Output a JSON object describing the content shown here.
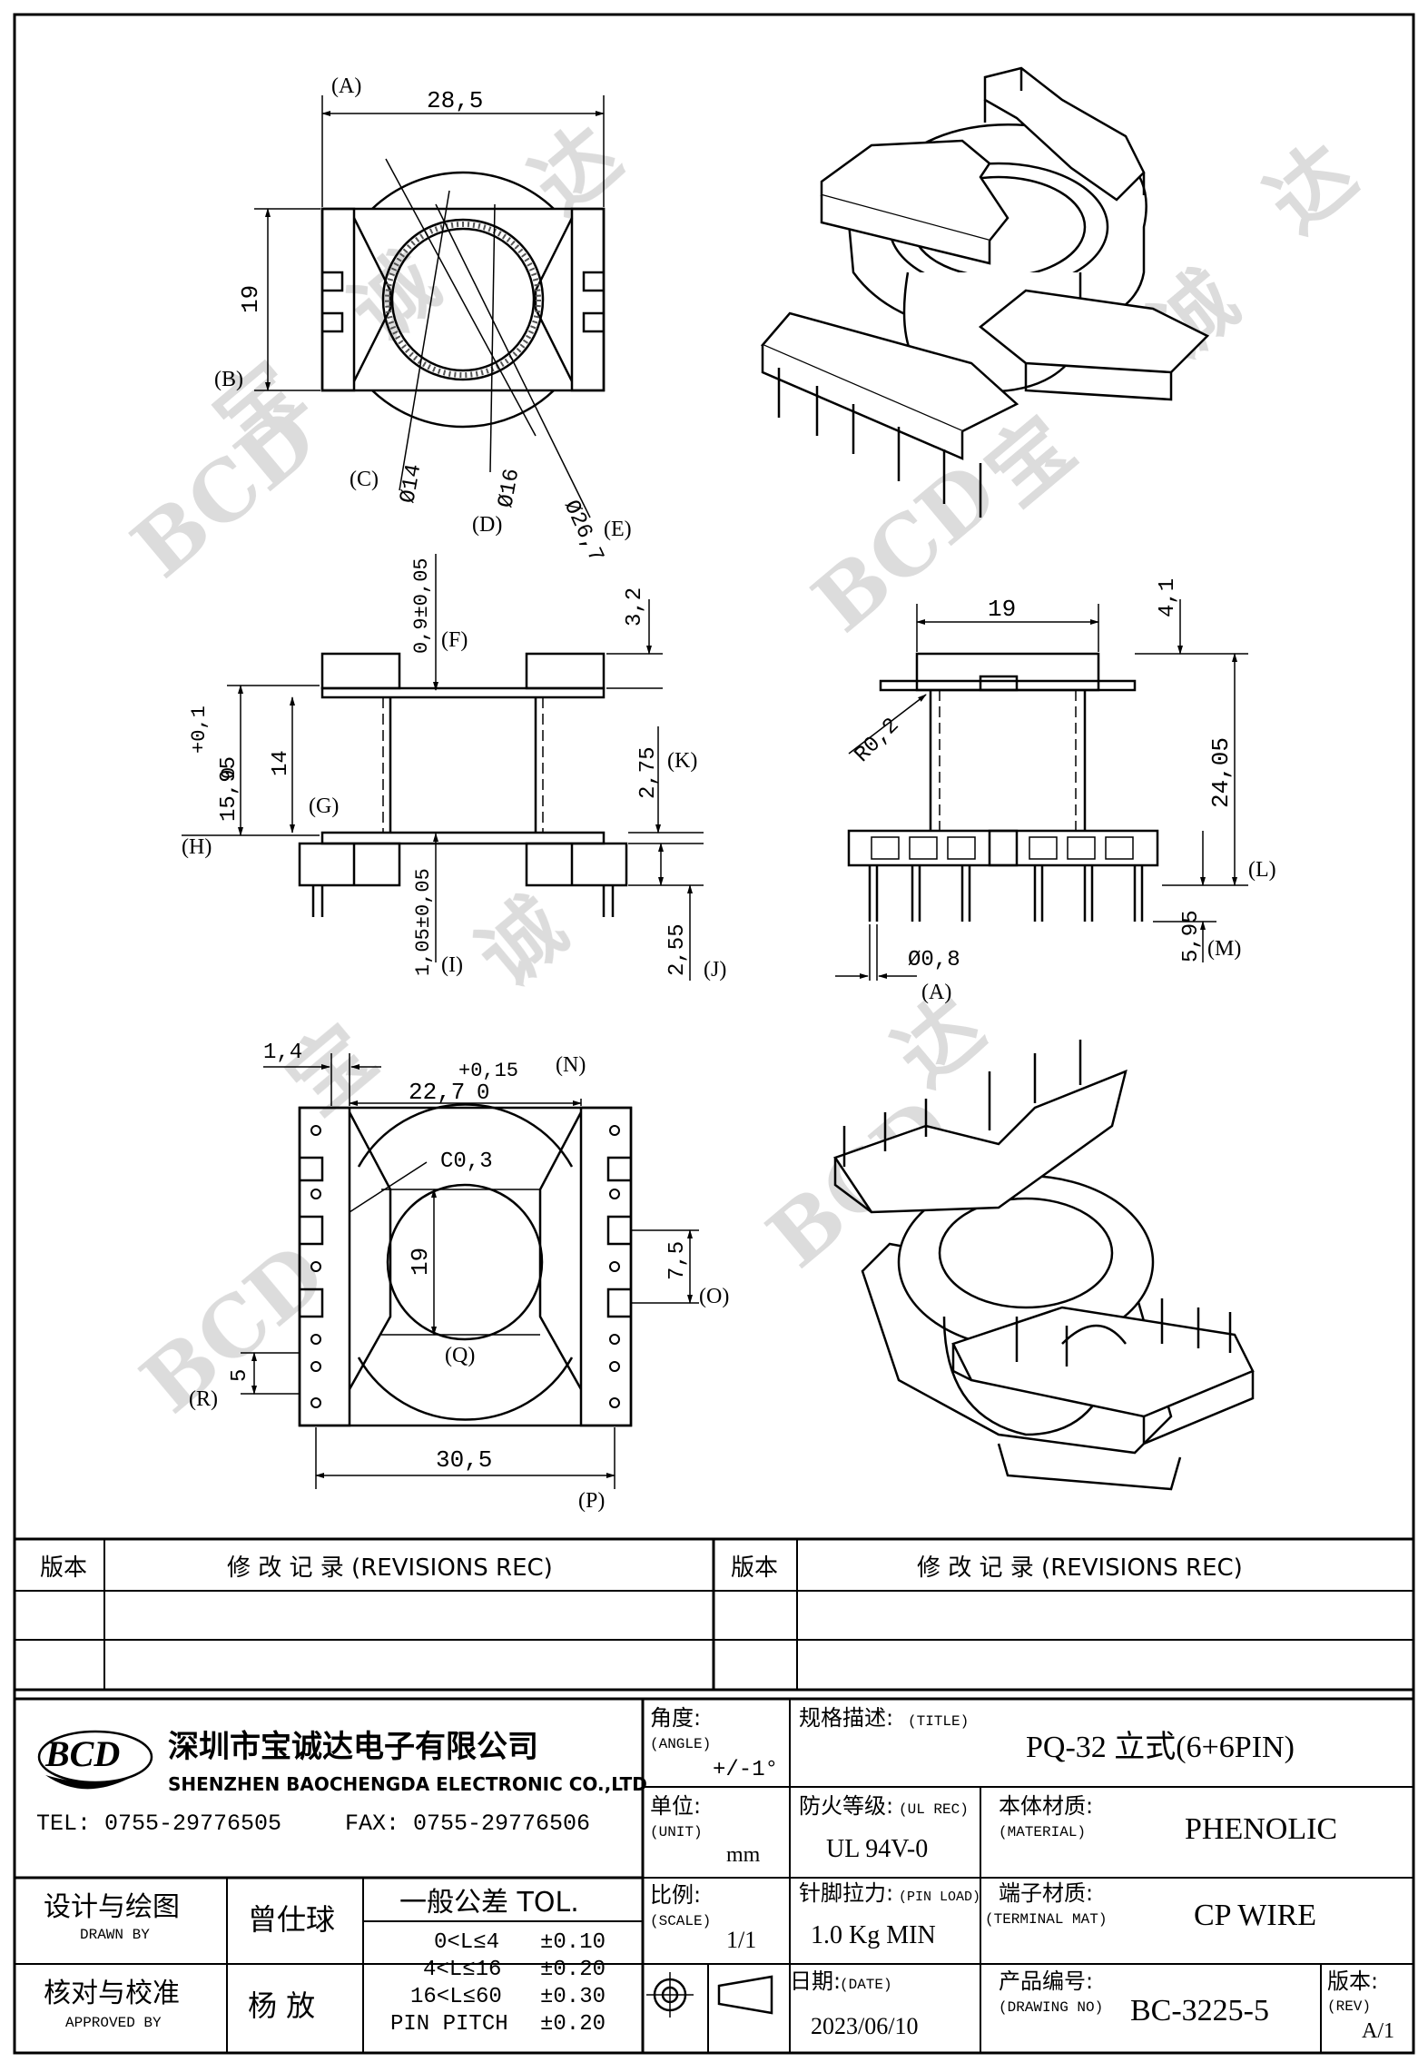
{
  "top_view": {
    "ref_a": "(A)",
    "ref_b": "(B)",
    "ref_c": "(C)",
    "ref_d": "(D)",
    "ref_e": "(E)",
    "dim_width": "28,5",
    "dim_height": "19",
    "dim_d14": "Ø14",
    "dim_d16": "Ø16",
    "dim_d267": "Ø26,7"
  },
  "front_view": {
    "ref_f": "(F)",
    "ref_g": "(G)",
    "ref_h": "(H)",
    "ref_i": "(I)",
    "ref_j": "(J)",
    "ref_k": "(K)",
    "dim_top_gap": "0,9±0,05",
    "dim_top_h": "3,2",
    "dim_tol_plus": "+0,1",
    "dim_tol_zero": "0",
    "dim_total": "15,95",
    "dim_inner": "14",
    "dim_gap": "2,75",
    "dim_bottom_gap": "1,05±0,05",
    "dim_pin_len": "2,55"
  },
  "side_view": {
    "ref_l": "(L)",
    "ref_m": "(M)",
    "ref_a2": "(A)",
    "dim_width": "19",
    "dim_top": "4,1",
    "dim_radius": "R0,2",
    "dim_height": "24,05",
    "dim_pin": "5,95",
    "dim_pin_dia": "Ø0,8"
  },
  "bottom_view": {
    "ref_n": "(N)",
    "ref_o": "(O)",
    "ref_p": "(P)",
    "ref_q": "(Q)",
    "ref_r": "(R)",
    "dim_slot": "1,4",
    "dim_tol": "+0,15",
    "dim_inner": "22,7",
    "dim_zero": "0",
    "dim_chamfer": "C0,3",
    "dim_height": "19",
    "dim_pitch_o": "7,5",
    "dim_pitch_r": "5",
    "dim_width": "30,5"
  },
  "watermark": [
    "BCD",
    "宝",
    "诚",
    "达"
  ],
  "revisions": {
    "col_version": "版本",
    "col_record": "修 改 记 录 (REVISIONS REC)"
  },
  "company": {
    "logo": "BCD",
    "name_cn": "深圳市宝诚达电子有限公司",
    "name_en": "SHENZHEN BAOCHENGDA ELECTRONIC CO.,LTD",
    "tel": "TEL: 0755-29776505",
    "fax": "FAX: 0755-29776506"
  },
  "title_block": {
    "angle_label": "角度:",
    "angle_label_en": "(ANGLE)",
    "angle_value": "+/-1°",
    "title_label": "规格描述:",
    "title_label_en": "(TITLE)",
    "title_value": "PQ-32 立式(6+6PIN)",
    "unit_label": "单位:",
    "unit_label_en": "(UNIT)",
    "unit_value": "mm",
    "ul_label": "防火等级:",
    "ul_label_en": "(UL REC)",
    "ul_value": "UL 94V-0",
    "material_label": "本体材质:",
    "material_label_en": "(MATERIAL)",
    "material_value": "PHENOLIC",
    "drawn_label": "设计与绘图",
    "drawn_label_en": "DRAWN BY",
    "drawn_value": "曾仕球",
    "approved_label": "核对与校准",
    "approved_label_en": "APPROVED BY",
    "approved_value": "杨 放",
    "tol_title": "一般公差 TOL.",
    "tol_rows": [
      {
        "range": "0<L≤4",
        "value": "±0.10"
      },
      {
        "range": "4<L≤16",
        "value": "±0.20"
      },
      {
        "range": "16<L≤60",
        "value": "±0.30"
      },
      {
        "range": "PIN PITCH",
        "value": "±0.20"
      }
    ],
    "scale_label": "比例:",
    "scale_label_en": "(SCALE)",
    "scale_value": "1/1",
    "pin_load_label": "针脚拉力:",
    "pin_load_label_en": "(PIN LOAD)",
    "pin_load_value": "1.0 Kg MIN",
    "terminal_label": "端子材质:",
    "terminal_label_en": "(TERMINAL MAT)",
    "terminal_value": "CP WIRE",
    "date_label": "日期:",
    "date_label_en": "(DATE)",
    "date_value": "2023/06/10",
    "drawing_no_label": "产品编号:",
    "drawing_no_label_en": "(DRAWING NO)",
    "drawing_no_value": "BC-3225-5",
    "rev_label": "版本:",
    "rev_label_en": "(REV)",
    "rev_value": "A/1"
  }
}
